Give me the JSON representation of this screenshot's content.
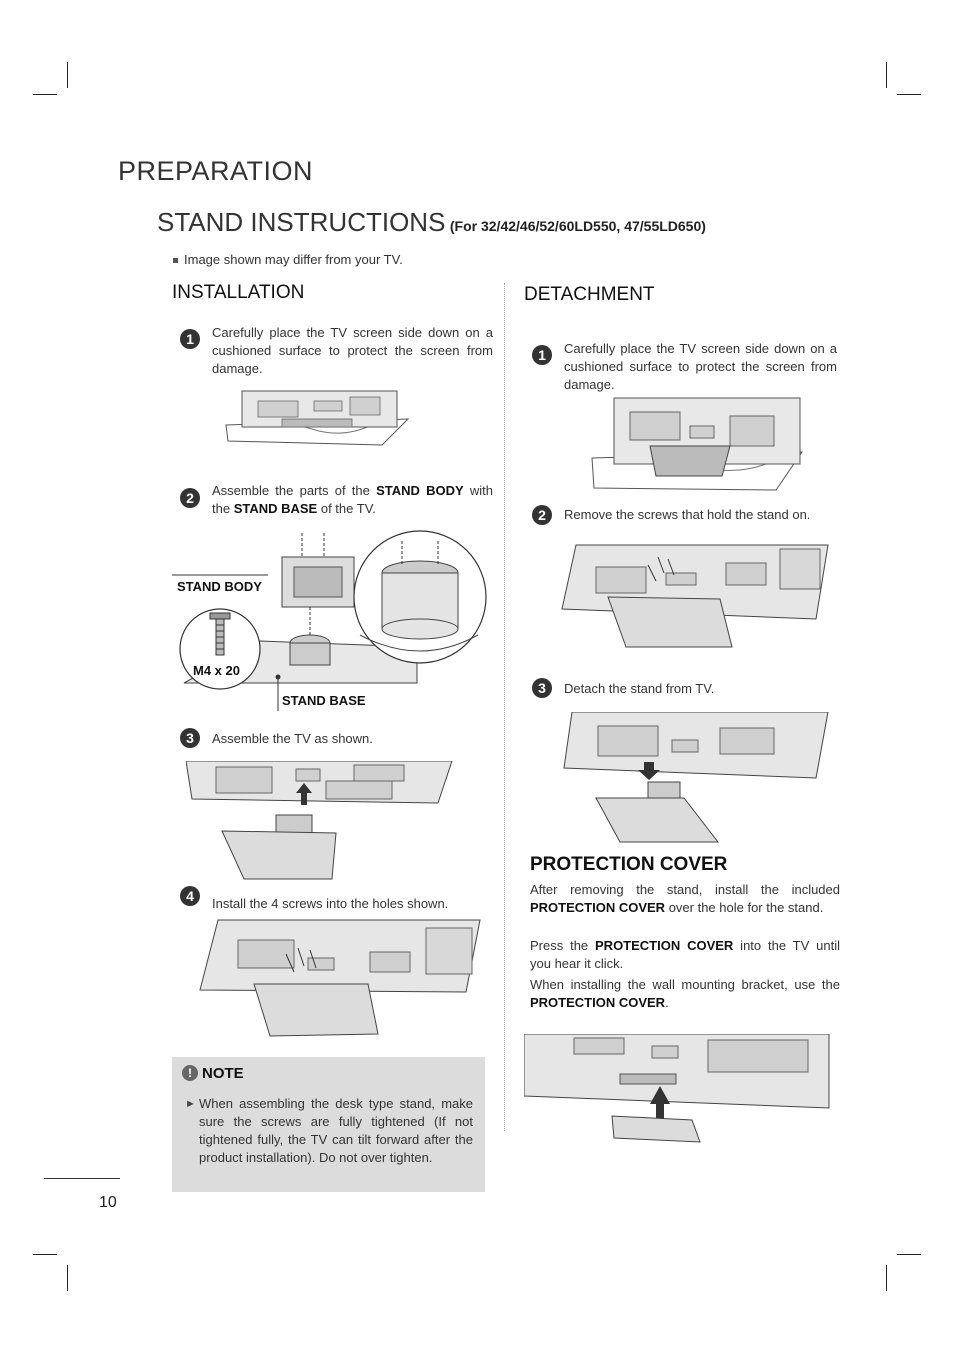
{
  "section_title": "PREPARATION",
  "title": {
    "main": "STAND INSTRUCTIONS",
    "models": "(For 32/42/46/52/60LD550, 47/55LD650)"
  },
  "disclaimer": "Image shown may differ from your TV.",
  "installation": {
    "heading": "INSTALLATION",
    "step1": {
      "num": "1",
      "text": "Carefully place the TV screen side down on a cushioned surface to protect the screen from damage."
    },
    "step2": {
      "num": "2",
      "t1": "Assemble the parts of the ",
      "b1": "STAND BODY",
      "t2": " with the ",
      "b2": "STAND BASE",
      "t3": " of the TV."
    },
    "stand_body_label": "STAND BODY",
    "stand_base_label": "STAND BASE",
    "screw_label": "M4 x 20",
    "step3": {
      "num": "3",
      "text": "Assemble the TV as shown."
    },
    "step4": {
      "num": "4",
      "text": "Install the 4 screws into the holes shown."
    }
  },
  "note": {
    "heading": "NOTE",
    "text": "When assembling the desk type stand, make sure the screws are fully tightened (If not tightened fully, the TV can tilt forward after the product installation). Do not  over tighten."
  },
  "detachment": {
    "heading": "DETACHMENT",
    "step1": {
      "num": "1",
      "text": "Carefully place the TV screen side down on a cushioned surface to protect the screen from damage."
    },
    "step2": {
      "num": "2",
      "text": "Remove the screws that hold the stand on."
    },
    "step3": {
      "num": "3",
      "text": "Detach the stand from TV."
    }
  },
  "protection": {
    "heading": "PROTECTION COVER",
    "p1a": "After removing the stand, install the included ",
    "p1b": "PROTECTION COVER",
    "p1c": " over the hole for the stand.",
    "p2a": "Press the ",
    "p2b": "PROTECTION COVER",
    "p2c": " into the TV until you hear it click.",
    "p3a": "When installing the wall mounting bracket, use the ",
    "p3b": "PROTECTION COVER",
    "p3c": "."
  },
  "page_number": "10"
}
